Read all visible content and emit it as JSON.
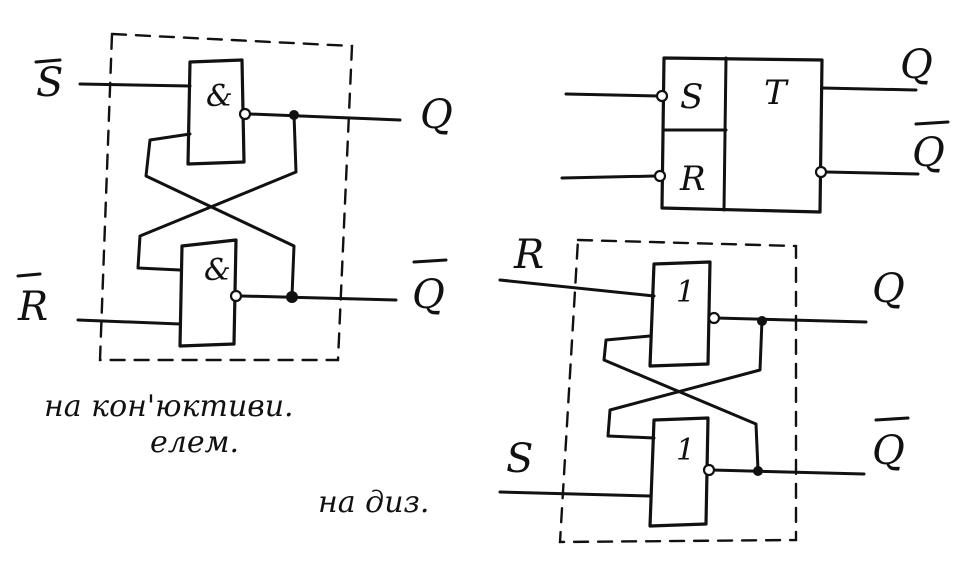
{
  "nand_latch": {
    "s_input": "S",
    "r_input": "R",
    "q_output": "Q",
    "qbar_output": "Q",
    "gate_symbol": "&",
    "caption_line1": "на кон'юктиви.",
    "caption_line2": "елем."
  },
  "rs_symbol": {
    "s_pin": "S",
    "r_pin": "R",
    "type_label": "T",
    "q_output": "Q",
    "qbar_output": "Q"
  },
  "nor_latch": {
    "r_input": "R",
    "s_input": "S",
    "q_output": "Q",
    "qbar_output": "Q",
    "gate_symbol": "1",
    "caption": "на диз."
  }
}
